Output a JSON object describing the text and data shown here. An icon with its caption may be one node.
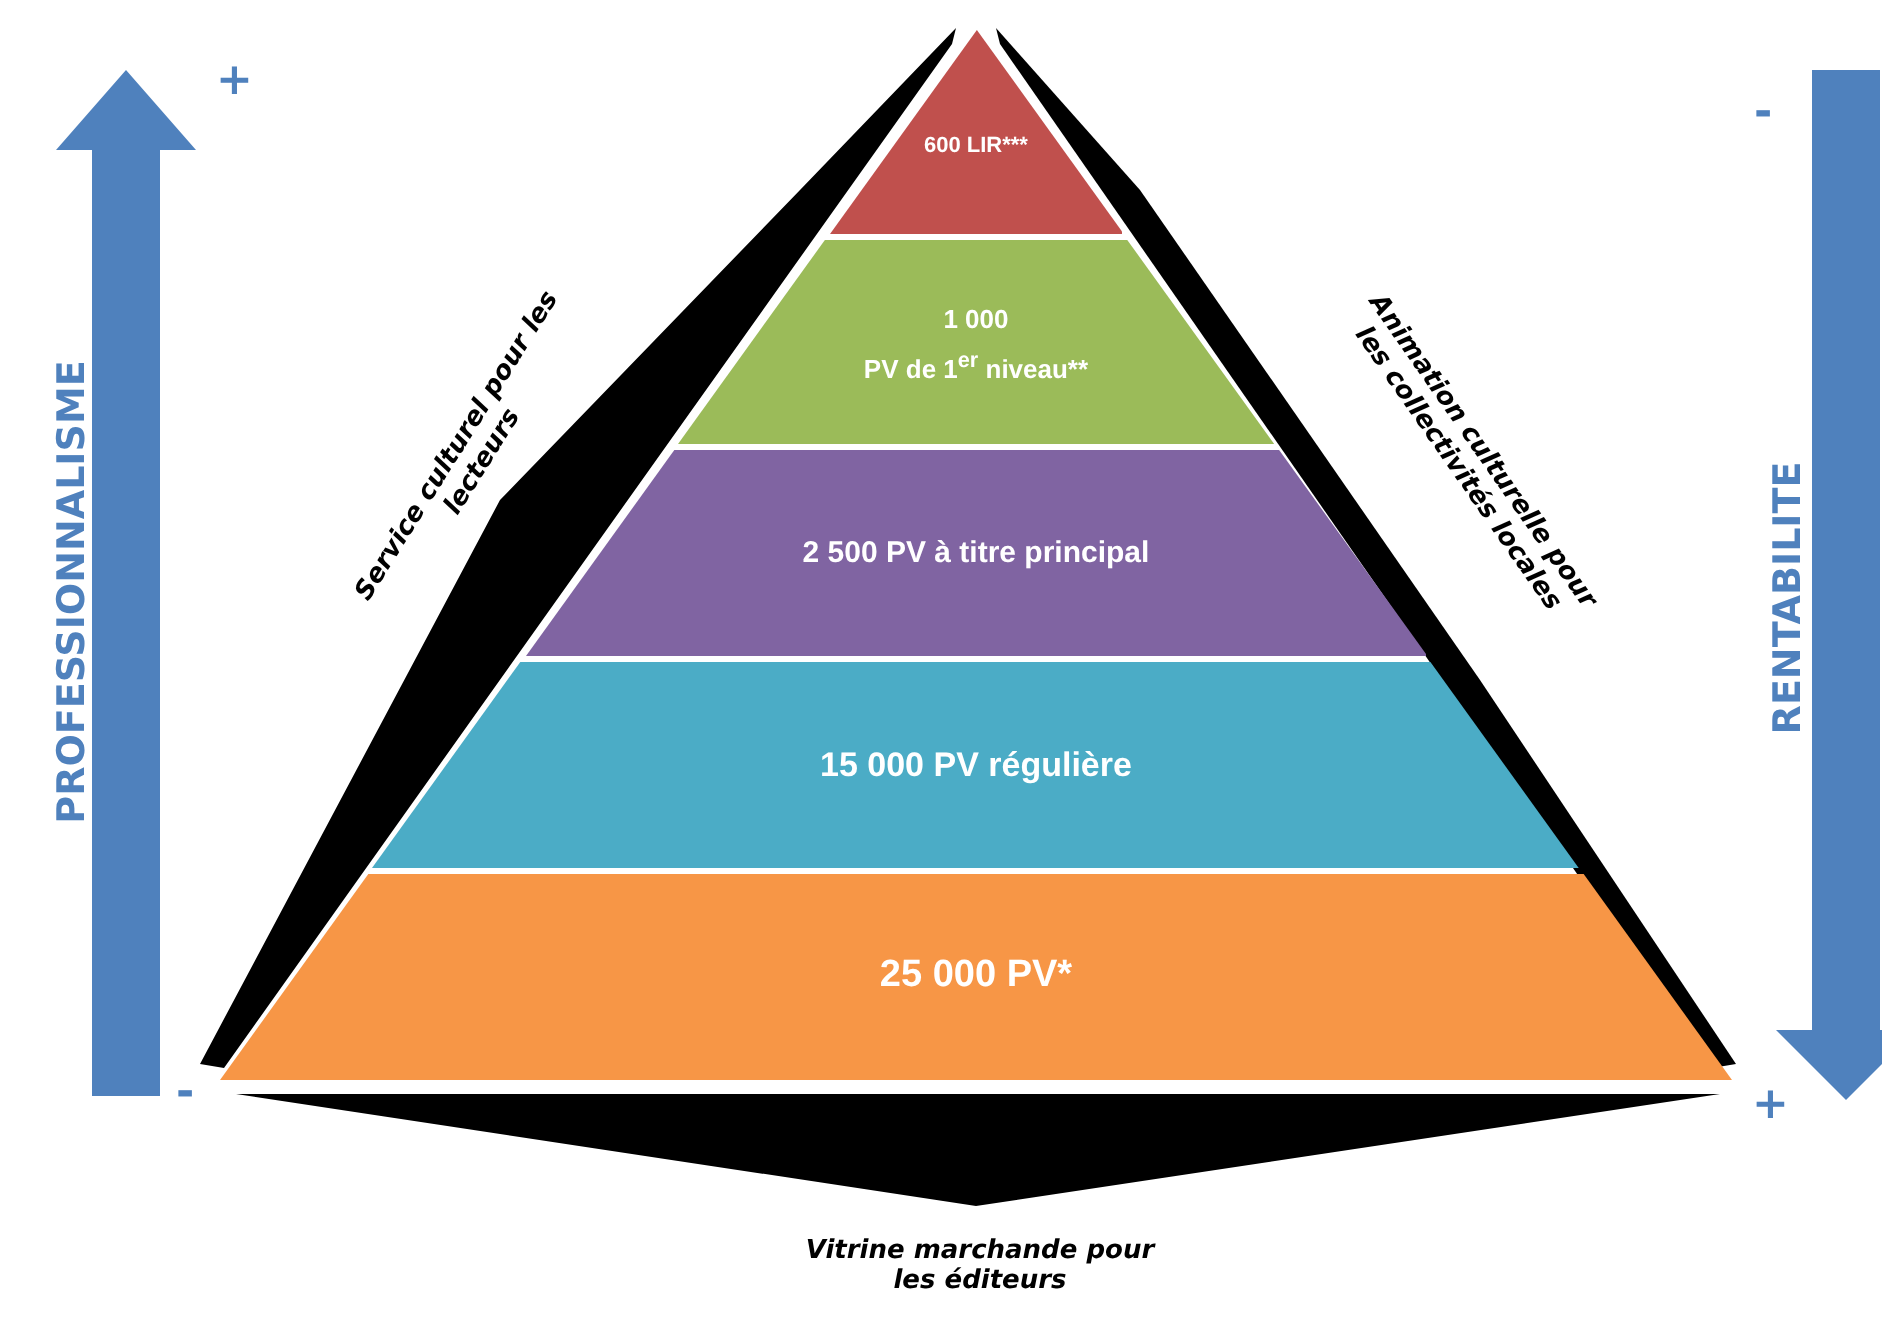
{
  "diagram": {
    "nodes": [
      {
        "text": [
          "600 LIR***"
        ]
      },
      {
        "text": [
          "1 000",
          "PV de 1$^{er}$ niveau**"
        ]
      },
      {
        "text": [
          "2 500 PV à titre principal"
        ]
      },
      {
        "text": [
          "15 000 PV régulière"
        ]
      },
      {
        "text": [
          "25 000 PV*"
        ]
      }
    ],
    "labels": [
      "+",
      "PROFESSIONNALISME",
      "Service culturel pour les lecteurs",
      "Animation culturelle pour les collectivités locales",
      "-",
      "RENTABILITE",
      "-",
      "+",
      "Vitrine marchande pour les éditeurs"
    ]
  }
}
